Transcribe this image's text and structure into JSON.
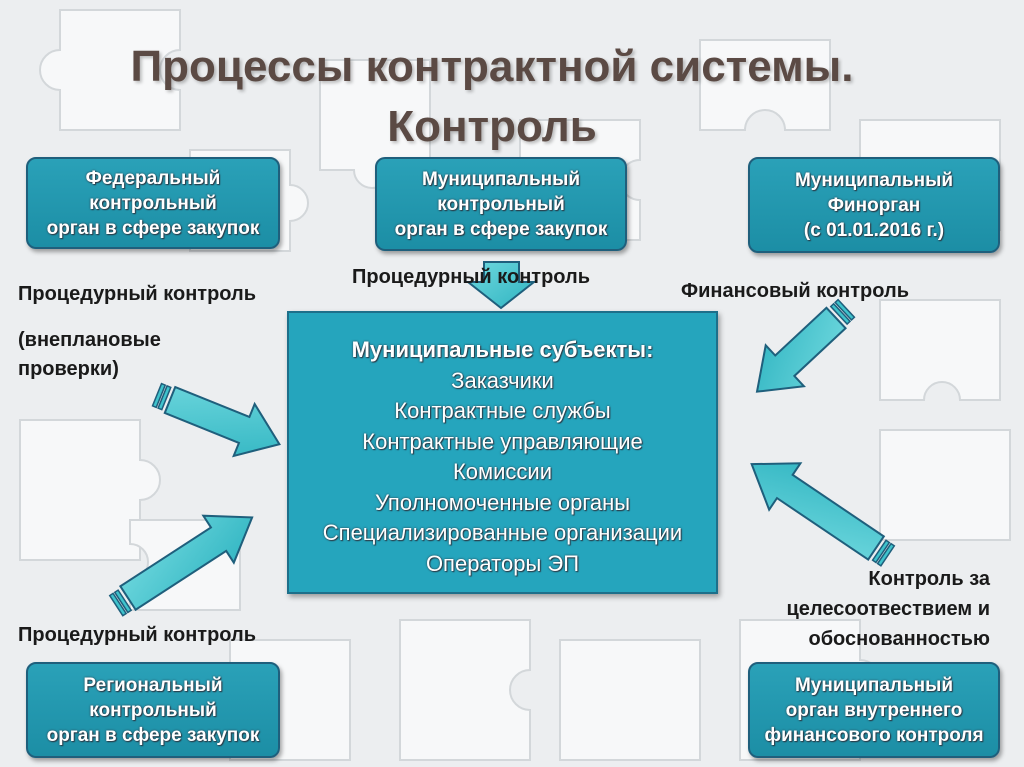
{
  "title": {
    "line1": "Процессы контрактной системы.",
    "line2": "Контроль"
  },
  "boxes": {
    "federal": [
      "Федеральный",
      "контрольный",
      "орган в сфере закупок"
    ],
    "municipal_control": [
      "Муниципальный",
      "контрольный",
      "орган в сфере закупок"
    ],
    "municipal_finorgan": [
      "Муниципальный",
      "Финорган",
      "(с 01.01.2016 г.)"
    ],
    "regional": [
      "Региональный",
      "контрольный",
      "орган в сфере закупок"
    ],
    "municipal_internal": [
      "Муниципальный",
      "орган внутреннего",
      "финансового контроля"
    ]
  },
  "center": {
    "header": "Муниципальные субъекты:",
    "items": [
      "Заказчики",
      "Контрактные службы",
      "Контрактные управляющие",
      "Комиссии",
      "Уполномоченные органы",
      "Специализированные организации",
      "Операторы ЭП"
    ]
  },
  "labels": {
    "top_center": "Процедурный контроль",
    "left_top": "Процедурный контроль",
    "left_note_1": "(внеплановые",
    "left_note_2": "проверки)",
    "right_top": "Финансовый контроль",
    "left_bottom": "Процедурный контроль",
    "right_bottom_1": "Контроль за",
    "right_bottom_2": "целесоотвествием и",
    "right_bottom_3": "обоснованностью"
  },
  "colors": {
    "box_fill": "#1c8ea5",
    "arrow_fill": "#3fc3cc",
    "arrow_stroke": "#1f5f7c",
    "title_color": "#5b4a44"
  }
}
